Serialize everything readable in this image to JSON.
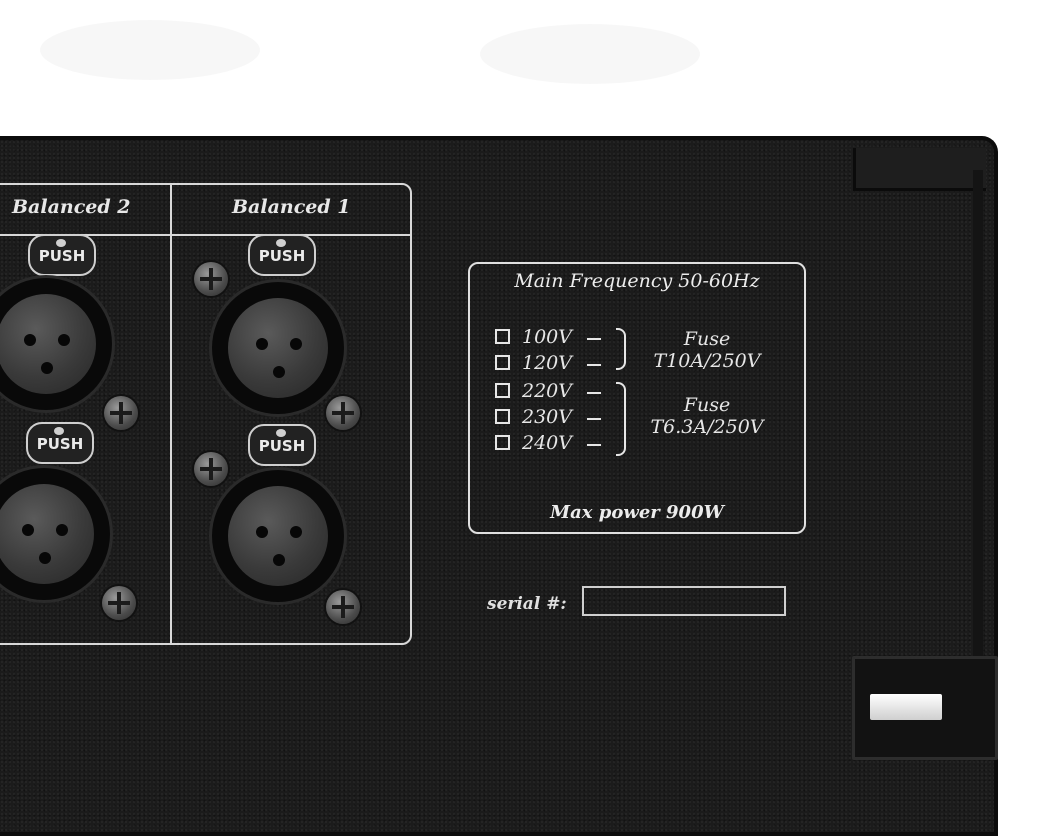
{
  "photo_subject": "rear panel of an audio amplifier",
  "sections": {
    "balanced_2": "Balanced 2",
    "balanced_1": "Balanced 1"
  },
  "connector_push_label": "PUSH",
  "spec_box": {
    "title": "Main Frequency 50-60Hz",
    "voltages": [
      "100V",
      "120V",
      "220V",
      "230V",
      "240V"
    ],
    "fuse_low": {
      "label": "Fuse",
      "rating": "T10A/250V"
    },
    "fuse_high": {
      "label": "Fuse",
      "rating": "T6.3A/250V"
    },
    "max_power": "Max power 900W"
  },
  "serial": {
    "label": "serial #:"
  },
  "colors": {
    "panel": "#1b1b1b",
    "print": "#e6e6e6",
    "background": "#ffffff"
  }
}
